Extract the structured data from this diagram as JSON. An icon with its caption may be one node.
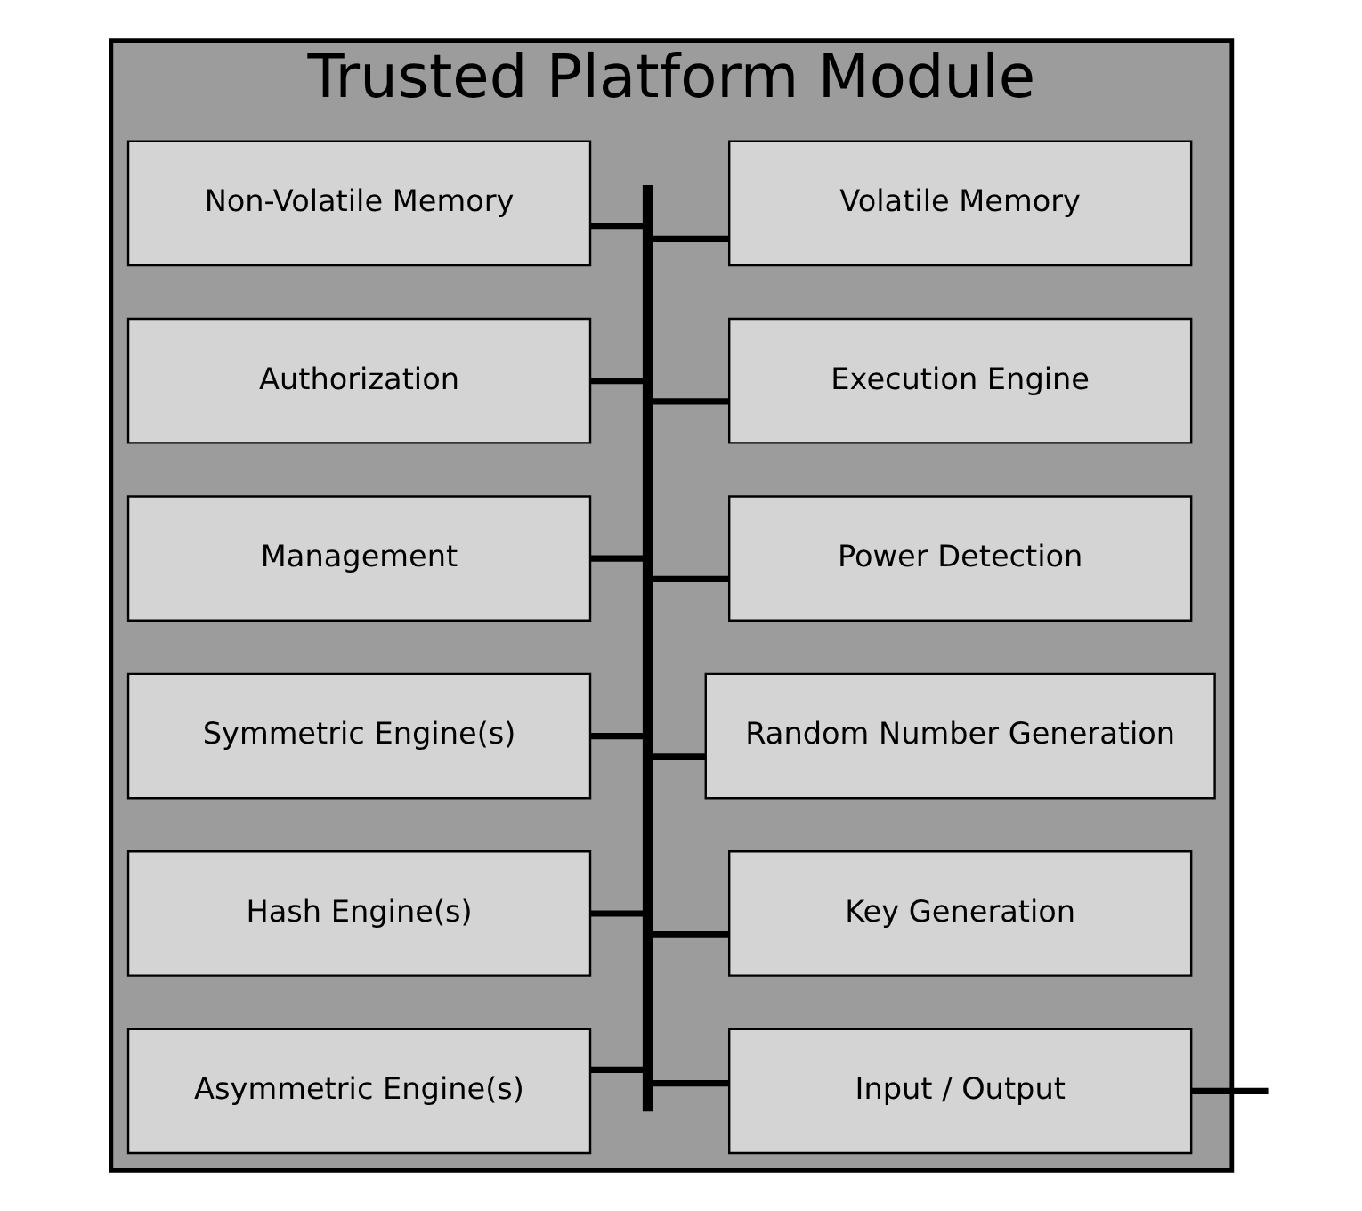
{
  "diagram": {
    "nodes": [
      {
        "text": [
          "Trusted Platform Module"
        ]
      },
      {
        "text": [
          "Asymmetric Engine(s)"
        ],
        "in": 0
      },
      {
        "text": [
          "Input / Output"
        ],
        "in": 0
      },
      {
        "text": [
          "Hash Engine(s)"
        ],
        "in": 0
      },
      {
        "text": [
          "Key Generation"
        ],
        "in": 0
      },
      {
        "text": [
          "Symmetric Engine(s)"
        ],
        "in": 0
      },
      {
        "text": [
          "Random Number Generation"
        ],
        "in": 0
      },
      {
        "text": [
          "Management"
        ],
        "in": 0
      },
      {
        "text": [
          "Power Detection"
        ],
        "in": 0
      },
      {
        "text": [
          "Authorization"
        ],
        "in": 0
      },
      {
        "text": [
          "Execution Engine"
        ],
        "in": 0
      },
      {
        "text": [
          "Non-Volatile Memory"
        ],
        "in": 0
      },
      {
        "text": [
          "Volatile Memory"
        ],
        "in": 0
      },
      {
        "text": [],
        "shape": "bar",
        "in": 0
      }
    ],
    "edges": [
      {
        "from": 1,
        "to": 13,
        "arrow": "none"
      },
      {
        "from": 2,
        "to": 13,
        "arrow": "none"
      },
      {
        "from": 3,
        "to": 13,
        "arrow": "none"
      },
      {
        "from": 4,
        "to": 13,
        "arrow": "none"
      },
      {
        "from": 5,
        "to": 13,
        "arrow": "none"
      },
      {
        "from": 6,
        "to": 13,
        "arrow": "none"
      },
      {
        "from": 7,
        "to": 13,
        "arrow": "none"
      },
      {
        "from": 8,
        "to": 13,
        "arrow": "none"
      },
      {
        "from": 9,
        "to": 13,
        "arrow": "none"
      },
      {
        "from": 10,
        "to": 13,
        "arrow": "none"
      },
      {
        "from": 11,
        "to": 13,
        "arrow": "none"
      },
      {
        "from": 12,
        "to": 13,
        "arrow": "none"
      },
      {
        "from": 2,
        "to": null,
        "arrow": "none"
      }
    ]
  }
}
